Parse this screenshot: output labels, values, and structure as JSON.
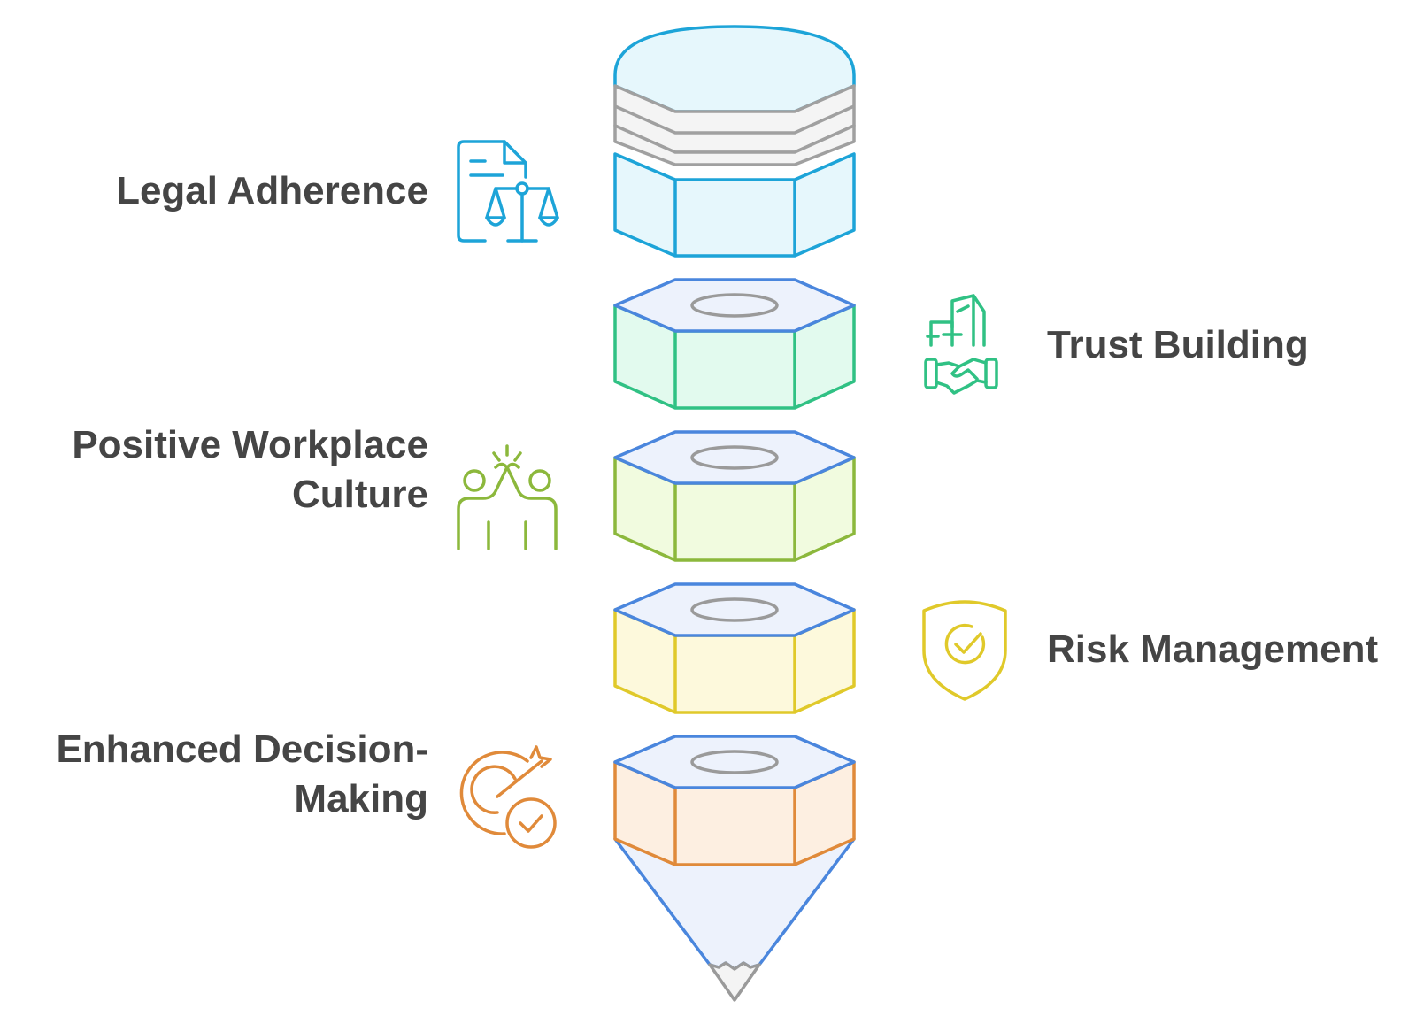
{
  "layers": [
    {
      "id": "legal-adherence",
      "label_lines": [
        "Legal Adherence"
      ],
      "side": "left",
      "icon": "legal-document-scales-icon",
      "color": "#1DA4D8",
      "fill": "#E6F7FC"
    },
    {
      "id": "trust-building",
      "label_lines": [
        "Trust Building"
      ],
      "side": "right",
      "icon": "handshake-buildings-icon",
      "color": "#30C184",
      "fill": "#E2FAEE"
    },
    {
      "id": "positive-workplace-culture",
      "label_lines": [
        "Positive Workplace",
        "Culture"
      ],
      "side": "left",
      "icon": "high-five-people-icon",
      "color": "#8CB83C",
      "fill": "#F1FBDF"
    },
    {
      "id": "risk-management",
      "label_lines": [
        "Risk Management"
      ],
      "side": "right",
      "icon": "shield-check-icon",
      "color": "#E0C92A",
      "fill": "#FDF9DC"
    },
    {
      "id": "enhanced-decision-making",
      "label_lines": [
        "Enhanced Decision-",
        "Making"
      ],
      "side": "left",
      "icon": "target-arrow-check-icon",
      "color": "#E08A3A",
      "fill": "#FDEFE1"
    }
  ],
  "colors": {
    "text": "#454545",
    "cap_outline": "#4A86DD",
    "cap_fill": "#EDF2FC",
    "hole": "#9A9A9A",
    "eraser_band": "#A0A0A0",
    "eraser_fill": "#F4F4F4"
  }
}
